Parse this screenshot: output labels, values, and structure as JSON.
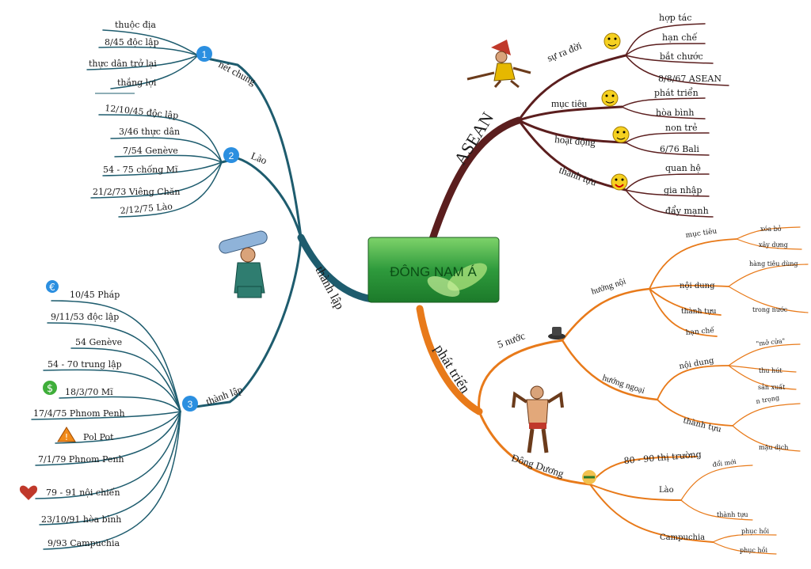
{
  "center": {
    "title": "ĐÔNG NAM Á"
  },
  "colors": {
    "teal": "#1e5c6e",
    "brown": "#5b1e1e",
    "orange": "#e87a1a",
    "center_bg": "#2e9a3c"
  },
  "left": {
    "main_label": "thành lập",
    "nhan_chung": {
      "badge": "1",
      "label": "nét chung",
      "items": [
        "thuộc địa",
        "8/45 độc lập",
        "thực dân trở lại",
        "thắng lợi"
      ]
    },
    "lao": {
      "badge": "2",
      "label": "Lào",
      "items": [
        "12/10/45 độc lập",
        "3/46 thực dân",
        "7/54 Genève",
        "54 - 75 chống Mĩ",
        "21/2/73 Viêng Chăn",
        "2/12/75 Lào"
      ]
    },
    "campuchia": {
      "badge": "3",
      "label": "thành lập",
      "items": [
        "10/45 Pháp",
        "9/11/53 độc lập",
        "54 Genève",
        "54 - 70 trung lập",
        "18/3/70 Mĩ",
        "17/4/75 Phnom Penh",
        "Pol Pot",
        "7/1/79 Phnom Penh",
        "79 - 91 nội chiến",
        "23/10/91 hòa bình",
        "9/93 Campuchia"
      ]
    }
  },
  "asean": {
    "label": "ASEAN",
    "su_ra_doi": {
      "label": "sự ra đời",
      "items": [
        "hợp tác",
        "hạn chế",
        "bắt chước",
        "8/8/67 ASEAN"
      ]
    },
    "muc_tieu": {
      "label": "mục tiêu",
      "items": [
        "phát triển",
        "hòa bình"
      ]
    },
    "hoat_dong": {
      "label": "hoạt động",
      "items": [
        "non trẻ",
        "6/76 Bali"
      ]
    },
    "thanh_tuu": {
      "label": "thành tựu",
      "items": [
        "quan hệ",
        "gia nhập",
        "đẩy mạnh"
      ]
    }
  },
  "phat_trien": {
    "label": "phát triển",
    "nam_nuoc": {
      "label": "5 nước",
      "huong_noi": {
        "label": "hướng nội",
        "muc_tieu": "mục tiêu",
        "muc_tieu_items": [
          "xóa bỏ",
          "xây dựng"
        ],
        "noi_dung": "nội dung",
        "noi_dung_items": [
          "hàng tiêu dùng",
          "trong nước"
        ],
        "thanh_tuu": "thành tựu",
        "han_che": "hạn chế"
      },
      "huong_ngoai": {
        "label": "hướng ngoại",
        "noi_dung": "nội dung",
        "noi_dung_items": [
          "\"mở cửa\"",
          "thu hút",
          "sản xuất"
        ],
        "thanh_tuu": "thành tựu",
        "thanh_tuu_items": [
          "n trọng",
          "mậu dịch"
        ]
      }
    },
    "dong_duong": {
      "label": "Đông Dương",
      "thi_truong": "80 - 90 thị trường",
      "lao": "Lào",
      "lao_items": [
        "đổi mới",
        "thành tựu"
      ],
      "campuchia": "Campuchia",
      "campuchia_items": [
        "phục hồi",
        "phục hồi"
      ]
    }
  }
}
